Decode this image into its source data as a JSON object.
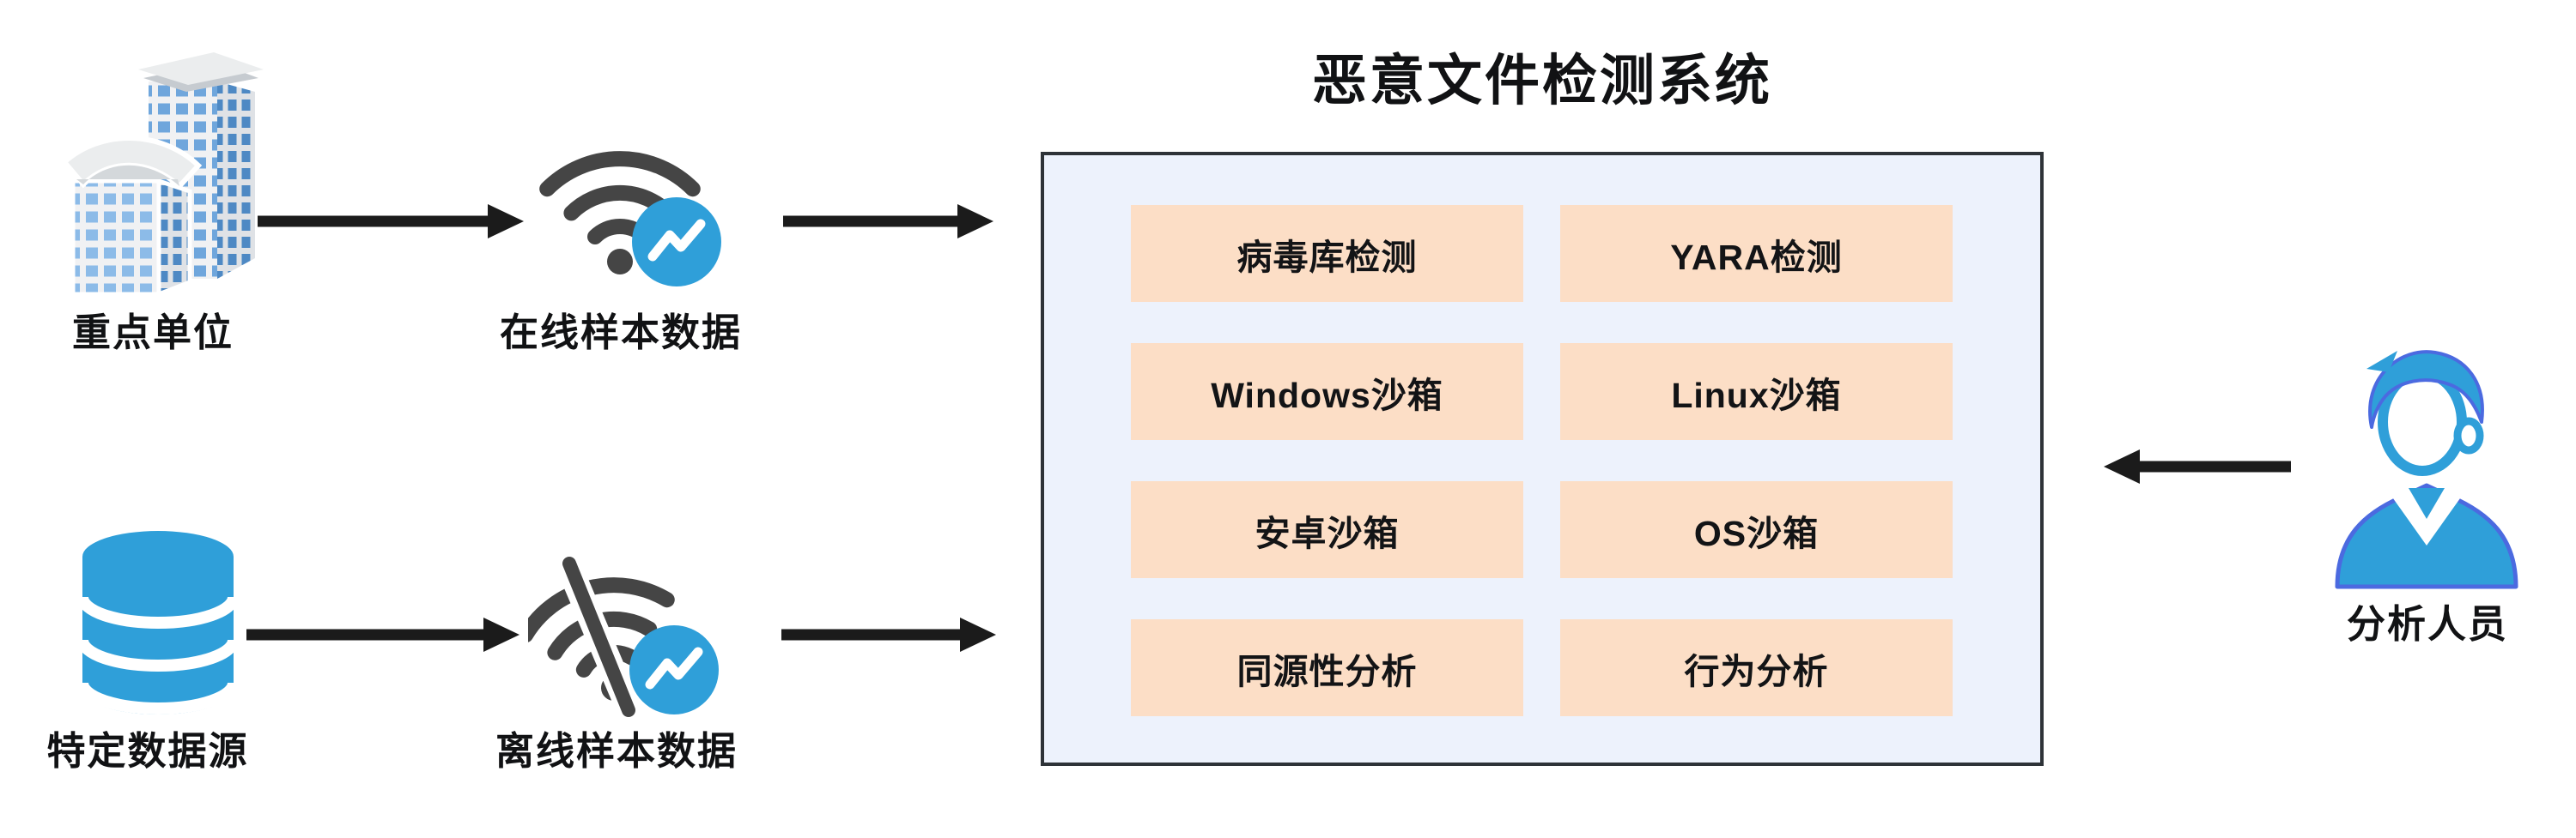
{
  "title": "恶意文件检测系统",
  "nodes": {
    "org": "重点单位",
    "online_data": "在线样本数据",
    "data_source": "特定数据源",
    "offline_data": "离线样本数据",
    "analyst": "分析人员"
  },
  "system": {
    "modules": [
      "病毒库检测",
      "YARA检测",
      "Windows沙箱",
      "Linux沙箱",
      "安卓沙箱",
      "OS沙箱",
      "同源性分析",
      "行为分析"
    ]
  },
  "colors": {
    "accent_blue": "#2f9fd9",
    "person_outline": "#4b6ae0",
    "module_fill": "#fcdec6",
    "system_bg": "#edf2fc",
    "system_border": "#2e3338",
    "arrow_black": "#1b1b1b",
    "wifi_gray": "#454545",
    "window_blue": "#6fa6dc"
  }
}
